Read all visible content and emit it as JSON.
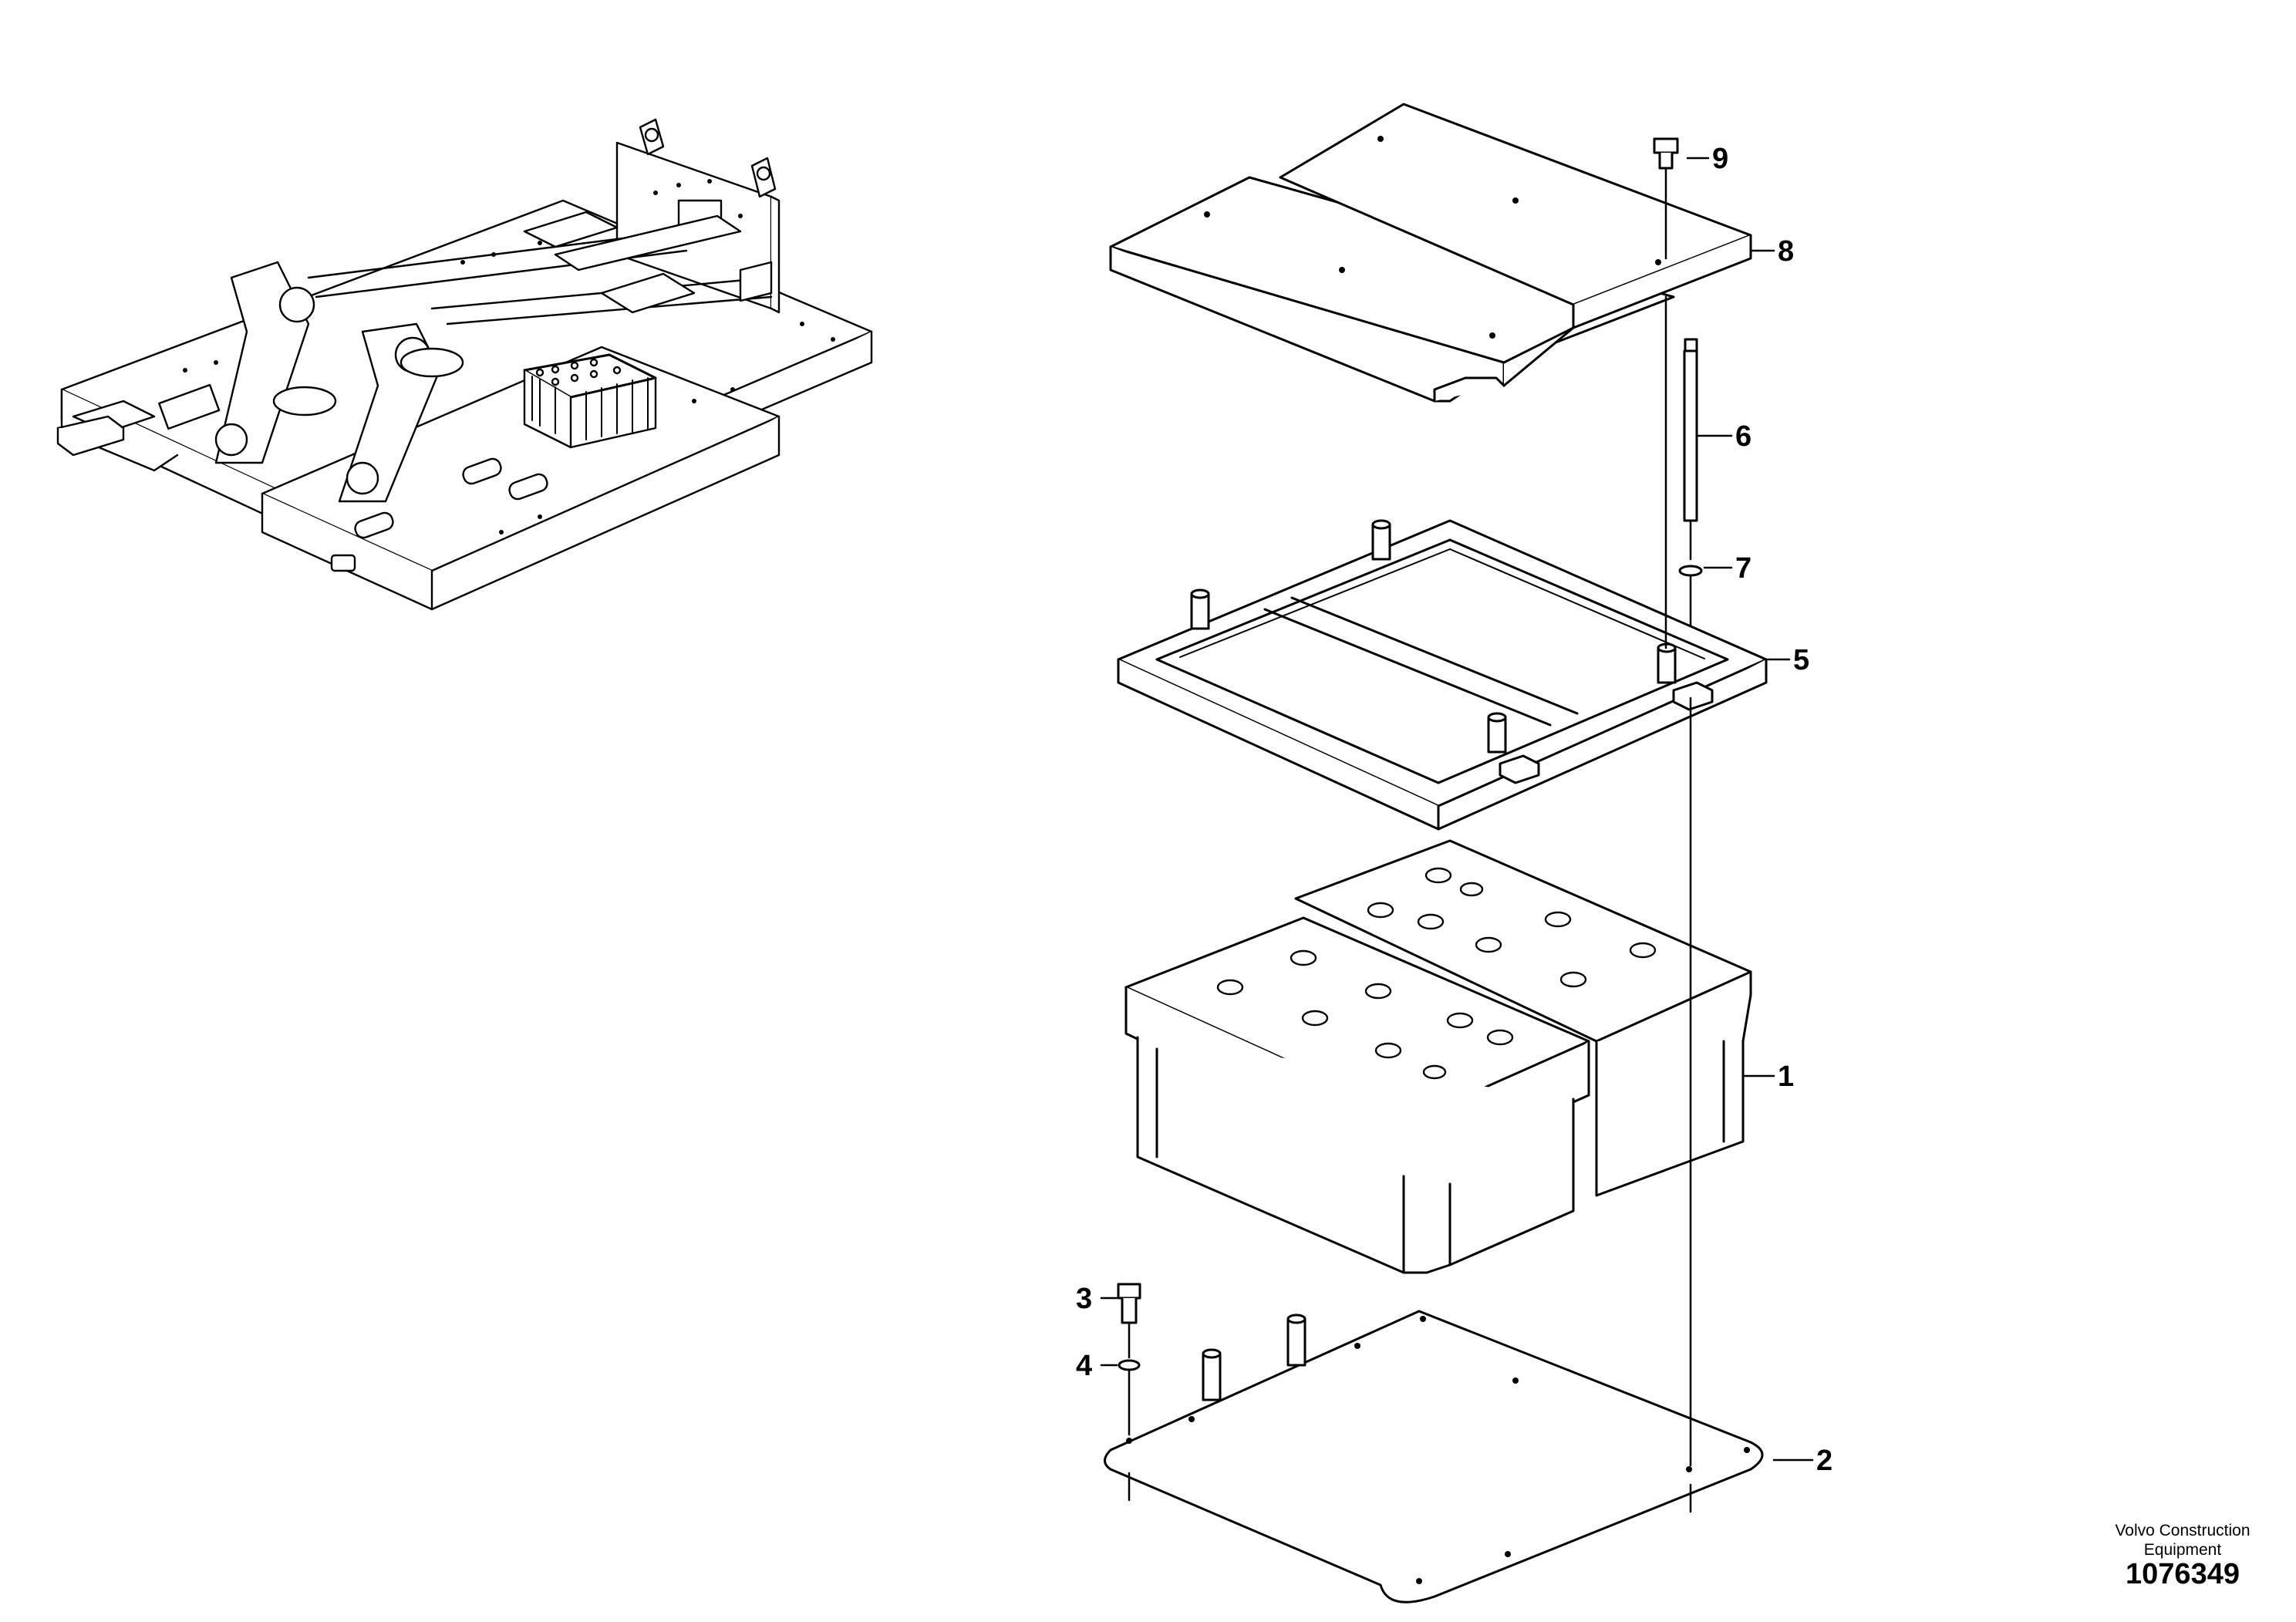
{
  "callouts": {
    "c1": "1",
    "c2": "2",
    "c3": "3",
    "c4": "4",
    "c5": "5",
    "c6": "6",
    "c7": "7",
    "c8": "8",
    "c9": "9"
  },
  "footer": {
    "brand_line1": "Volvo Construction",
    "brand_line2": "Equipment",
    "drawing_number": "1076349"
  }
}
